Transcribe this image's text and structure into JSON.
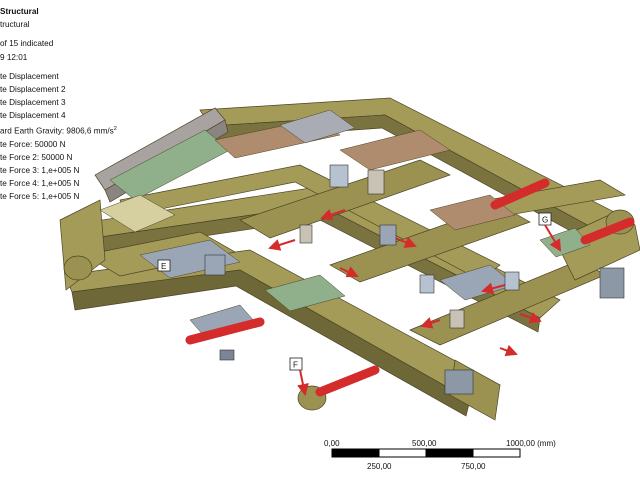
{
  "details": {
    "title": "Structural",
    "subtitle": "tructural",
    "status": "of 15 indicated",
    "time": "9 12:01",
    "items": [
      "te Displacement",
      "te Displacement 2",
      "te Displacement 3",
      "te Displacement 4",
      "ard Earth Gravity: 9806,6 mm/s",
      "te Force: 50000 N",
      "te Force 2: 50000 N",
      "te Force 3: 1,e+005 N",
      "te Force 4: 1,e+005 N",
      "te Force 5: 1,e+005 N"
    ],
    "gravity_superscript": "2"
  },
  "markers": {
    "g": "G",
    "f": "F",
    "e": "E"
  },
  "scale_bar": {
    "top_labels": [
      "0,00",
      "500,00",
      "1000,00 (mm)"
    ],
    "bottom_labels": [
      "250,00",
      "750,00"
    ]
  },
  "colors": {
    "frame": "#9b9150",
    "frame_dark": "#6e6838",
    "pin": "#d42b2b",
    "steel": "#9aa6b6",
    "plate_green": "#8fb08a",
    "plate_brown": "#b08c6e"
  }
}
